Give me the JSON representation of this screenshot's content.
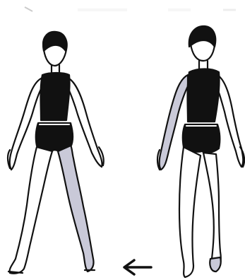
{
  "colors": {
    "ink": "#111111",
    "skin": "#ffffff",
    "highlight_limb": "#c9c9d8",
    "background": "#ffffff",
    "faint_marks": "#e6e6e6"
  },
  "figures": [
    {
      "name": "figure-left",
      "highlighted_limb": "right-leg"
    },
    {
      "name": "figure-right",
      "highlighted_limb": "right-arm-and-left-foot"
    }
  ],
  "arrow": {
    "direction": "left",
    "icon": "left-arrow-icon"
  }
}
